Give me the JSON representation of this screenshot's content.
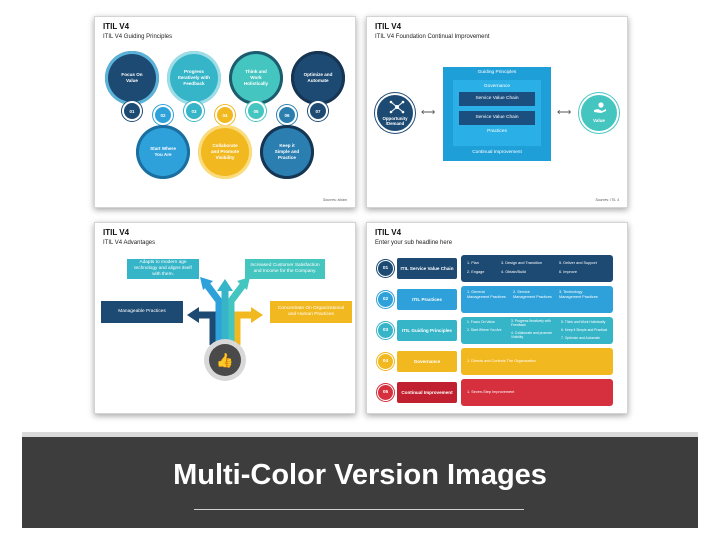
{
  "colors": {
    "navy": "#1d4a73",
    "teal": "#36b5c9",
    "blue": "#2ea1db",
    "yellow": "#f2b820",
    "red": "#d6303f",
    "aqua": "#45c5c0",
    "banner": "#3d3d3d"
  },
  "slide1": {
    "title": "ITIL V4",
    "subtitle": "ITIL V4 Guiding Principles",
    "source": "Sources: isham",
    "principles": [
      {
        "label": "Focus On Value",
        "num": "01"
      },
      {
        "label": "Start Where You Are",
        "num": "02"
      },
      {
        "label": "Progress Iteratively with Feedback",
        "num": "03"
      },
      {
        "label": "Collaborate and Promote Visibility",
        "num": "04"
      },
      {
        "label": "Think and Work Holistically",
        "num": "05"
      },
      {
        "label": "Keep it Simple and Practice",
        "num": "06"
      },
      {
        "label": "Optimize and Automate",
        "num": "07"
      }
    ]
  },
  "slide2": {
    "title": "ITIL V4",
    "subtitle": "ITIL V4 Foundation Continual Improvement",
    "source": "Sources: ITIL 4",
    "left_label": "Opportunity /Demand",
    "right_label": "Value",
    "outer_top": "Guiding Principles",
    "governance": "Governance",
    "svc1": "Service Value Chain",
    "svc2": "Service Value Chain",
    "practices": "Practices",
    "outer_bottom": "Continual Improvement"
  },
  "slide3": {
    "title": "ITIL V4",
    "subtitle": "ITIL V4 Advantages",
    "top_left": "Adapts to modern age technology and aligns itself with them.",
    "top_right": "Increased Customer Satisfaction and Income for the Company.",
    "mid_left": "Manageable Practices",
    "mid_right": "Concentrate On Organizational and Human Practices"
  },
  "slide4": {
    "title": "ITIL V4",
    "subtitle": "Enter your sub headline here",
    "rows": [
      {
        "num": "01",
        "label": "ITIL Service Value Chain",
        "items": [
          "1. Plan",
          "2. Engage",
          "3. Design and Transition",
          "4. Obtain/Build",
          "5. Deliver and Support",
          "6. Improve"
        ]
      },
      {
        "num": "02",
        "label": "ITIL Practices",
        "items": [
          "1. General Management Practices",
          "2. Service Management Practices",
          "3. Technology Management Practices"
        ]
      },
      {
        "num": "03",
        "label": "ITIL Guiding Principles",
        "items": [
          "1. Focus On Value",
          "2. Start Where You Are",
          "3. Progress Iteratively with Feedback",
          "4. Collaborate and promote Visibility",
          "5. Think and Work Holistically",
          "6. Keep it Simple and Practical",
          "7. Optimize and Automate"
        ]
      },
      {
        "num": "04",
        "label": "Governance",
        "items": [
          "1. Directs and Controls The Organization"
        ]
      },
      {
        "num": "05",
        "label": "Continual Improvement",
        "items": [
          "1. Seven-Step Improvement"
        ]
      }
    ]
  },
  "banner": {
    "text": "Multi-Color Version Images"
  }
}
